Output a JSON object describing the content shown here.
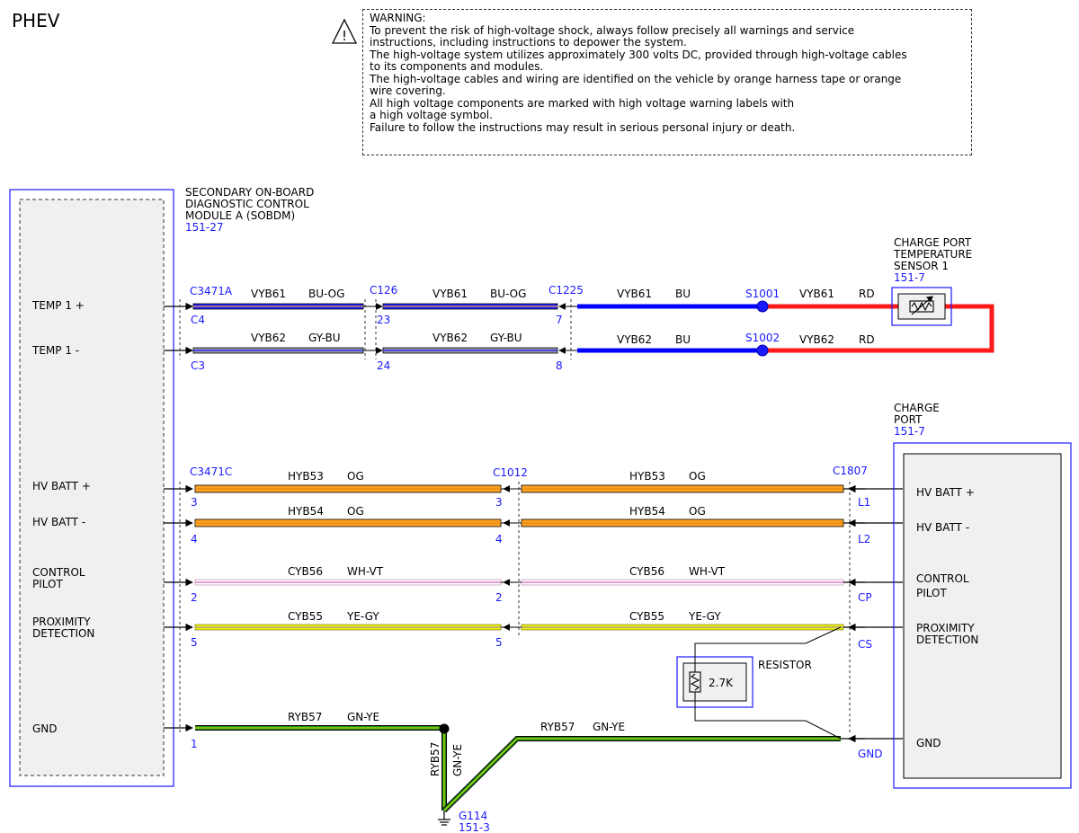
{
  "title": "PHEV",
  "warning": {
    "lines": [
      "WARNING:",
      "To prevent the risk of high-voltage shock, always follow precisely all warnings and service",
      "instructions, including instructions to depower the system.",
      "The high-voltage system utilizes approximately 300 volts DC, provided through high-voltage cables",
      "to its components and modules.",
      "The high-voltage cables and wiring are identified on the vehicle by orange harness tape or orange",
      "wire covering.",
      "All high voltage components are marked with high voltage warning labels with",
      "a high voltage symbol.",
      "Failure to follow the instructions may result in serious personal injury or death."
    ],
    "symbol": "!"
  },
  "modules": {
    "sobdm": {
      "lines": [
        "SECONDARY ON-BOARD",
        "DIAGNOSTIC CONTROL",
        "MODULE A (SOBDM)"
      ],
      "ref": "151-27",
      "pins": [
        "TEMP 1 +",
        "TEMP 1 -",
        "HV BATT +",
        "HV BATT -",
        "CONTROL",
        "PILOT",
        "PROXIMITY",
        "DETECTION",
        "GND"
      ]
    },
    "sensor": {
      "lines": [
        "CHARGE PORT",
        "TEMPERATURE",
        "SENSOR 1"
      ],
      "ref": "151-7"
    },
    "charge_port": {
      "lines": [
        "CHARGE",
        "PORT"
      ],
      "ref": "151-7",
      "pins": [
        "HV BATT +",
        "HV BATT -",
        "CONTROL",
        "PILOT",
        "PROXIMITY",
        "DETECTION",
        "GND"
      ]
    },
    "resistor": {
      "label": "RESISTOR",
      "value": "2.7K"
    }
  },
  "connectors": {
    "c3471a": {
      "name": "C3471A",
      "pins": [
        "C4",
        "C3"
      ]
    },
    "c126": {
      "name": "C126",
      "pins": [
        "23",
        "24"
      ]
    },
    "c1225": {
      "name": "C1225",
      "pins": [
        "7",
        "8"
      ]
    },
    "c3471c": {
      "name": "C3471C",
      "pins": [
        "3",
        "4",
        "2",
        "5",
        "1"
      ]
    },
    "c1012": {
      "name": "C1012",
      "pins": [
        "3",
        "4",
        "2",
        "5"
      ]
    },
    "c1807": {
      "name": "C1807",
      "pins": [
        "L1",
        "L2",
        "CP",
        "CS",
        "GND"
      ]
    }
  },
  "splices": [
    "S1001",
    "S1002"
  ],
  "ground": {
    "name": "G114",
    "ref": "151-3"
  },
  "circuits": {
    "vyb61": "VYB61",
    "vyb62": "VYB62",
    "hyb53": "HYB53",
    "hyb54": "HYB54",
    "cyb56": "CYB56",
    "cyb55": "CYB55",
    "ryb57": "RYB57"
  },
  "wire_colors": {
    "bu_og": "BU-OG",
    "gy_bu": "GY-BU",
    "bu": "BU",
    "rd": "RD",
    "og": "OG",
    "wh_vt": "WH-VT",
    "ye_gy": "YE-GY",
    "gn_ye": "GN-YE"
  },
  "colors": {
    "connector_blue": "#1a1aff",
    "bu": "#0000ff",
    "rd": "#ff1a1a",
    "og": "#ffa020",
    "og_stripe": "#e08a10",
    "gy": "#9a9aa8",
    "wh": "#ffffff",
    "vt": "#e060c0",
    "ye": "#f2f000",
    "gn": "#1a8a1a",
    "module_fill": "#f0f0f0"
  }
}
